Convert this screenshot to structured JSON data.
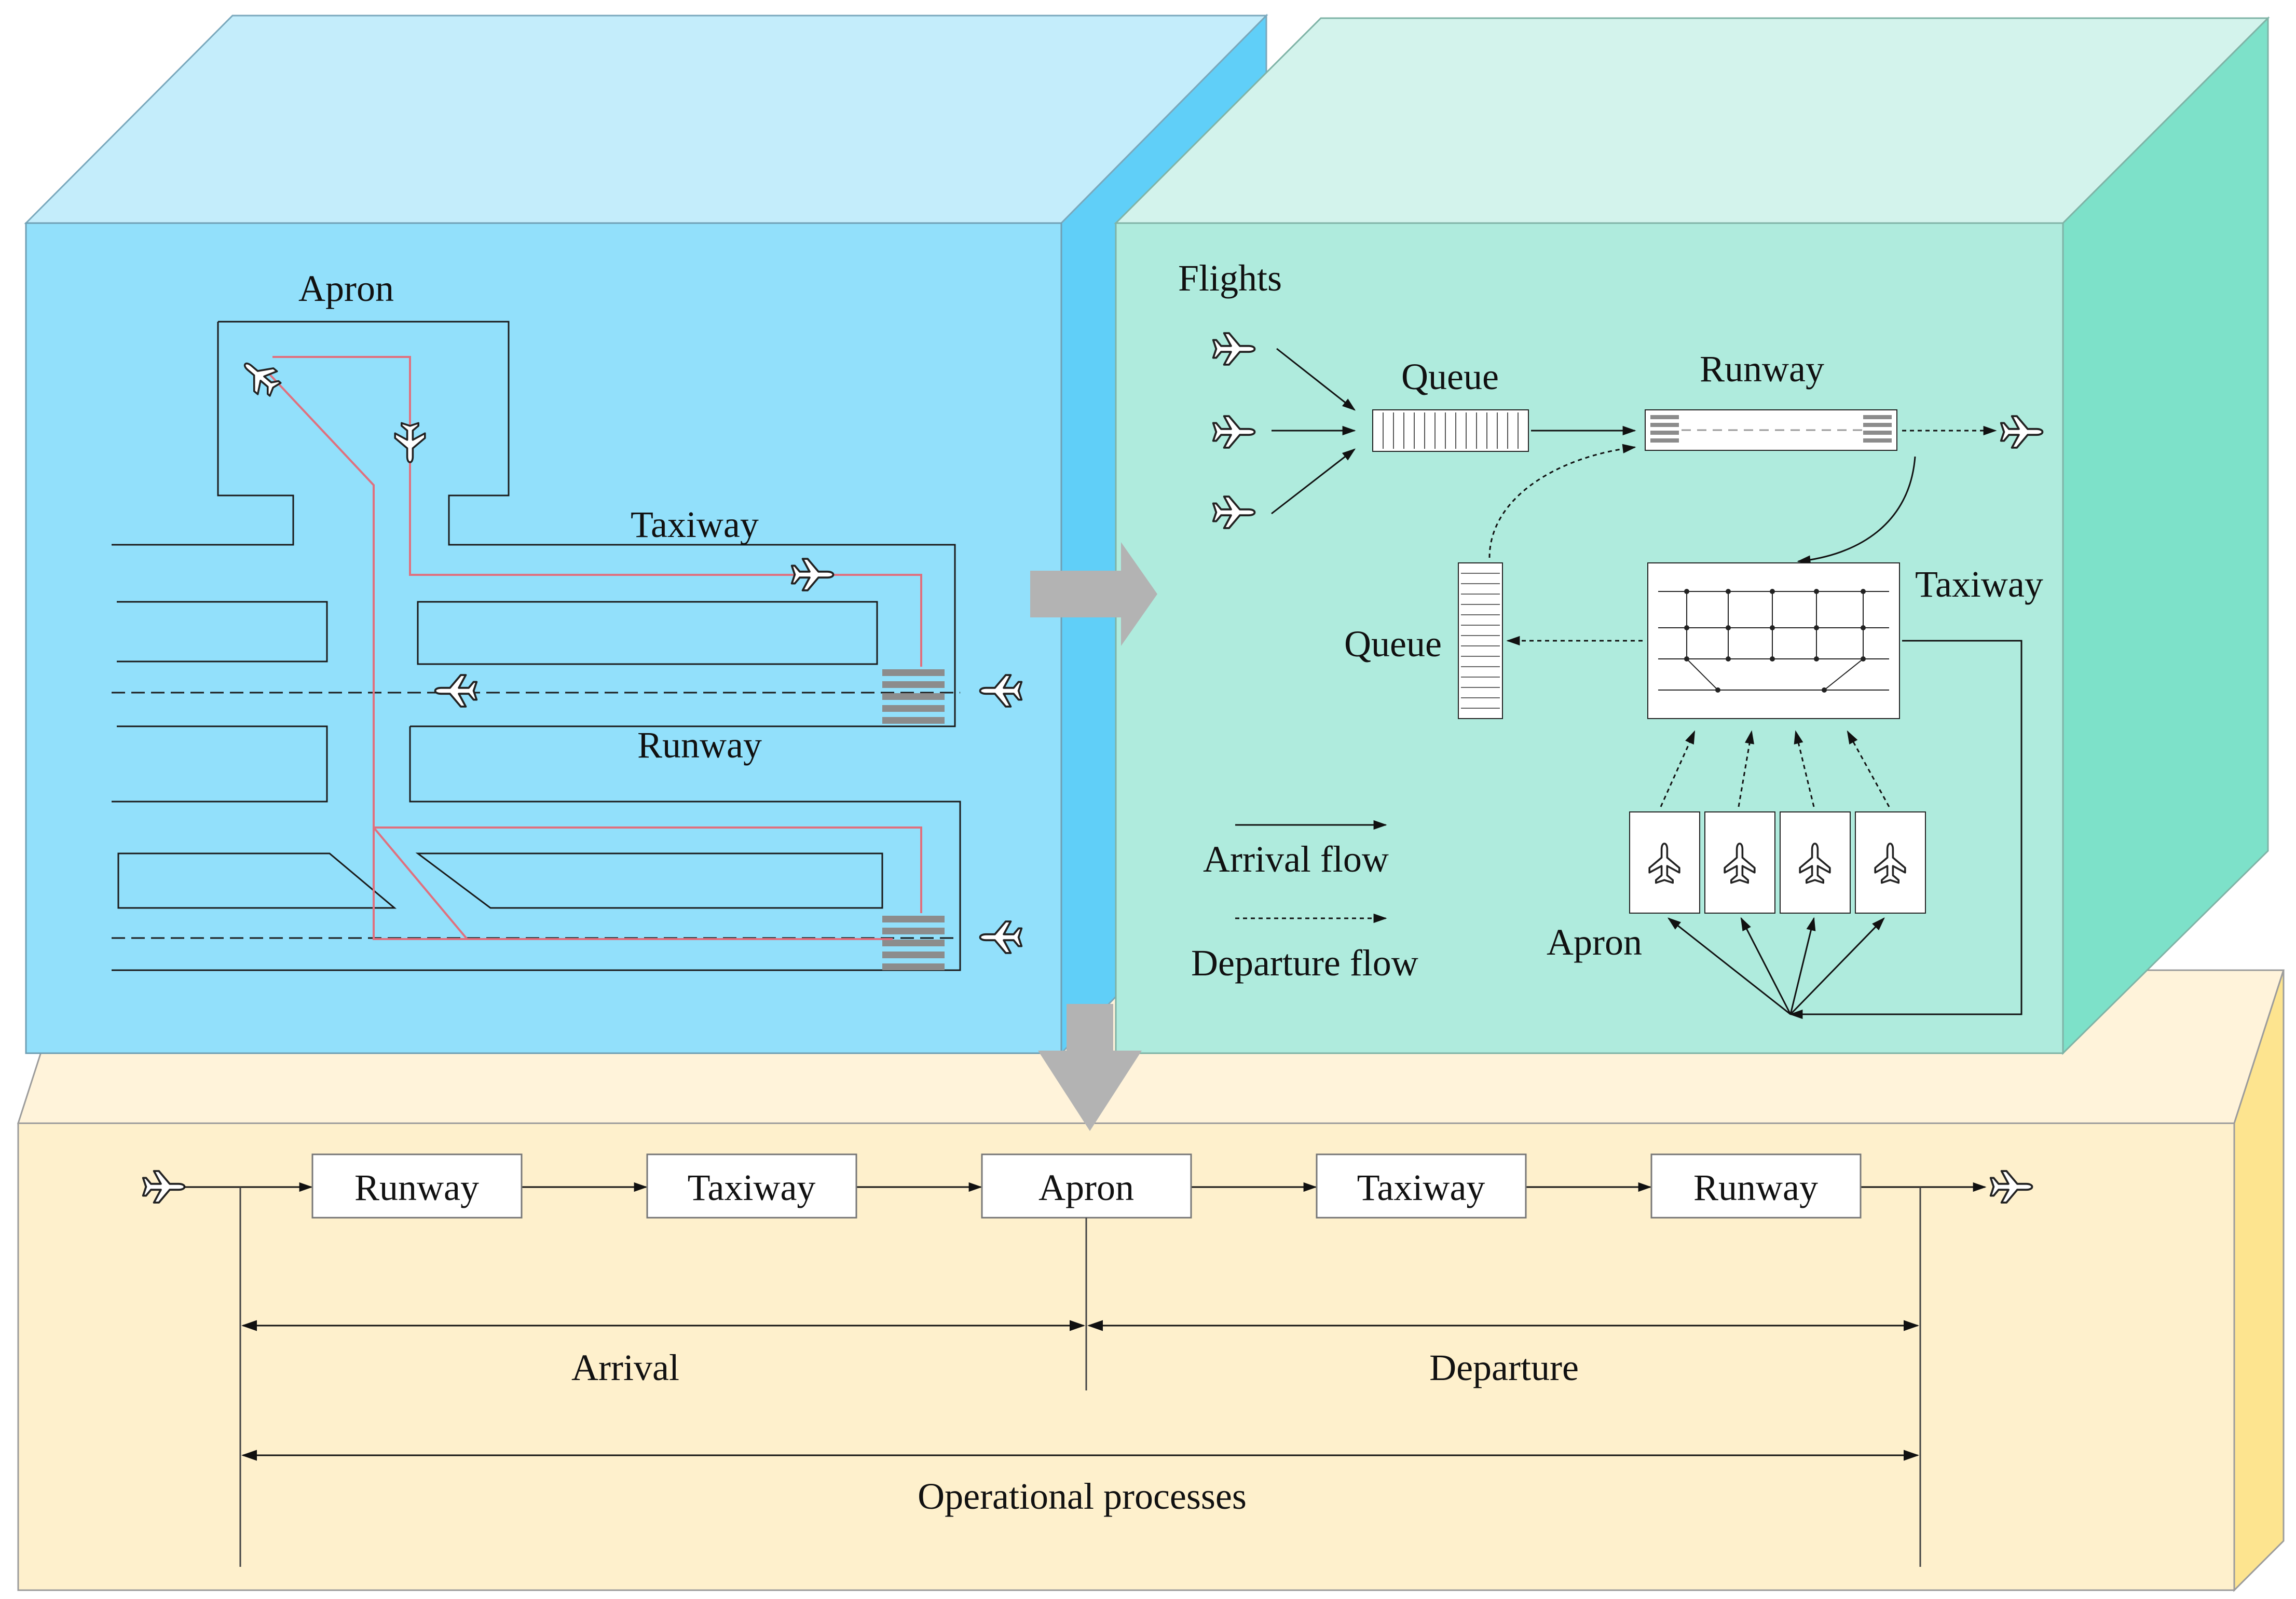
{
  "colors": {
    "left_box_front": "#92e0fb",
    "left_box_top": "#c4edfb",
    "left_box_side": "#60cff8",
    "right_box_front": "#afebdd",
    "right_box_top": "#d3f3ec",
    "right_box_side": "#7de1c9",
    "bottom_box_front": "#fef0cc",
    "bottom_box_top": "#fff3da",
    "bottom_box_side": "#fde48f",
    "arrow_gray": "#b3b3b3",
    "route_red": "#e0707e"
  },
  "left_panel": {
    "apron_label": "Apron",
    "taxiway_label": "Taxiway",
    "runway_label": "Runway"
  },
  "right_panel": {
    "flights_label": "Flights",
    "queue_top_label": "Queue",
    "runway_label": "Runway",
    "taxiway_label": "Taxiway",
    "queue_left_label": "Queue",
    "apron_label": "Apron",
    "legend": {
      "arrival_label": "Arrival flow",
      "departure_label": "Departure flow"
    }
  },
  "bottom_panel": {
    "process_steps": [
      "Runway",
      "Taxiway",
      "Apron",
      "Taxiway",
      "Runway"
    ],
    "arrival_label": "Arrival",
    "departure_label": "Departure",
    "operational_label": "Operational processes"
  },
  "icons": [
    "airplane-icon",
    "process-arrow-icon"
  ]
}
